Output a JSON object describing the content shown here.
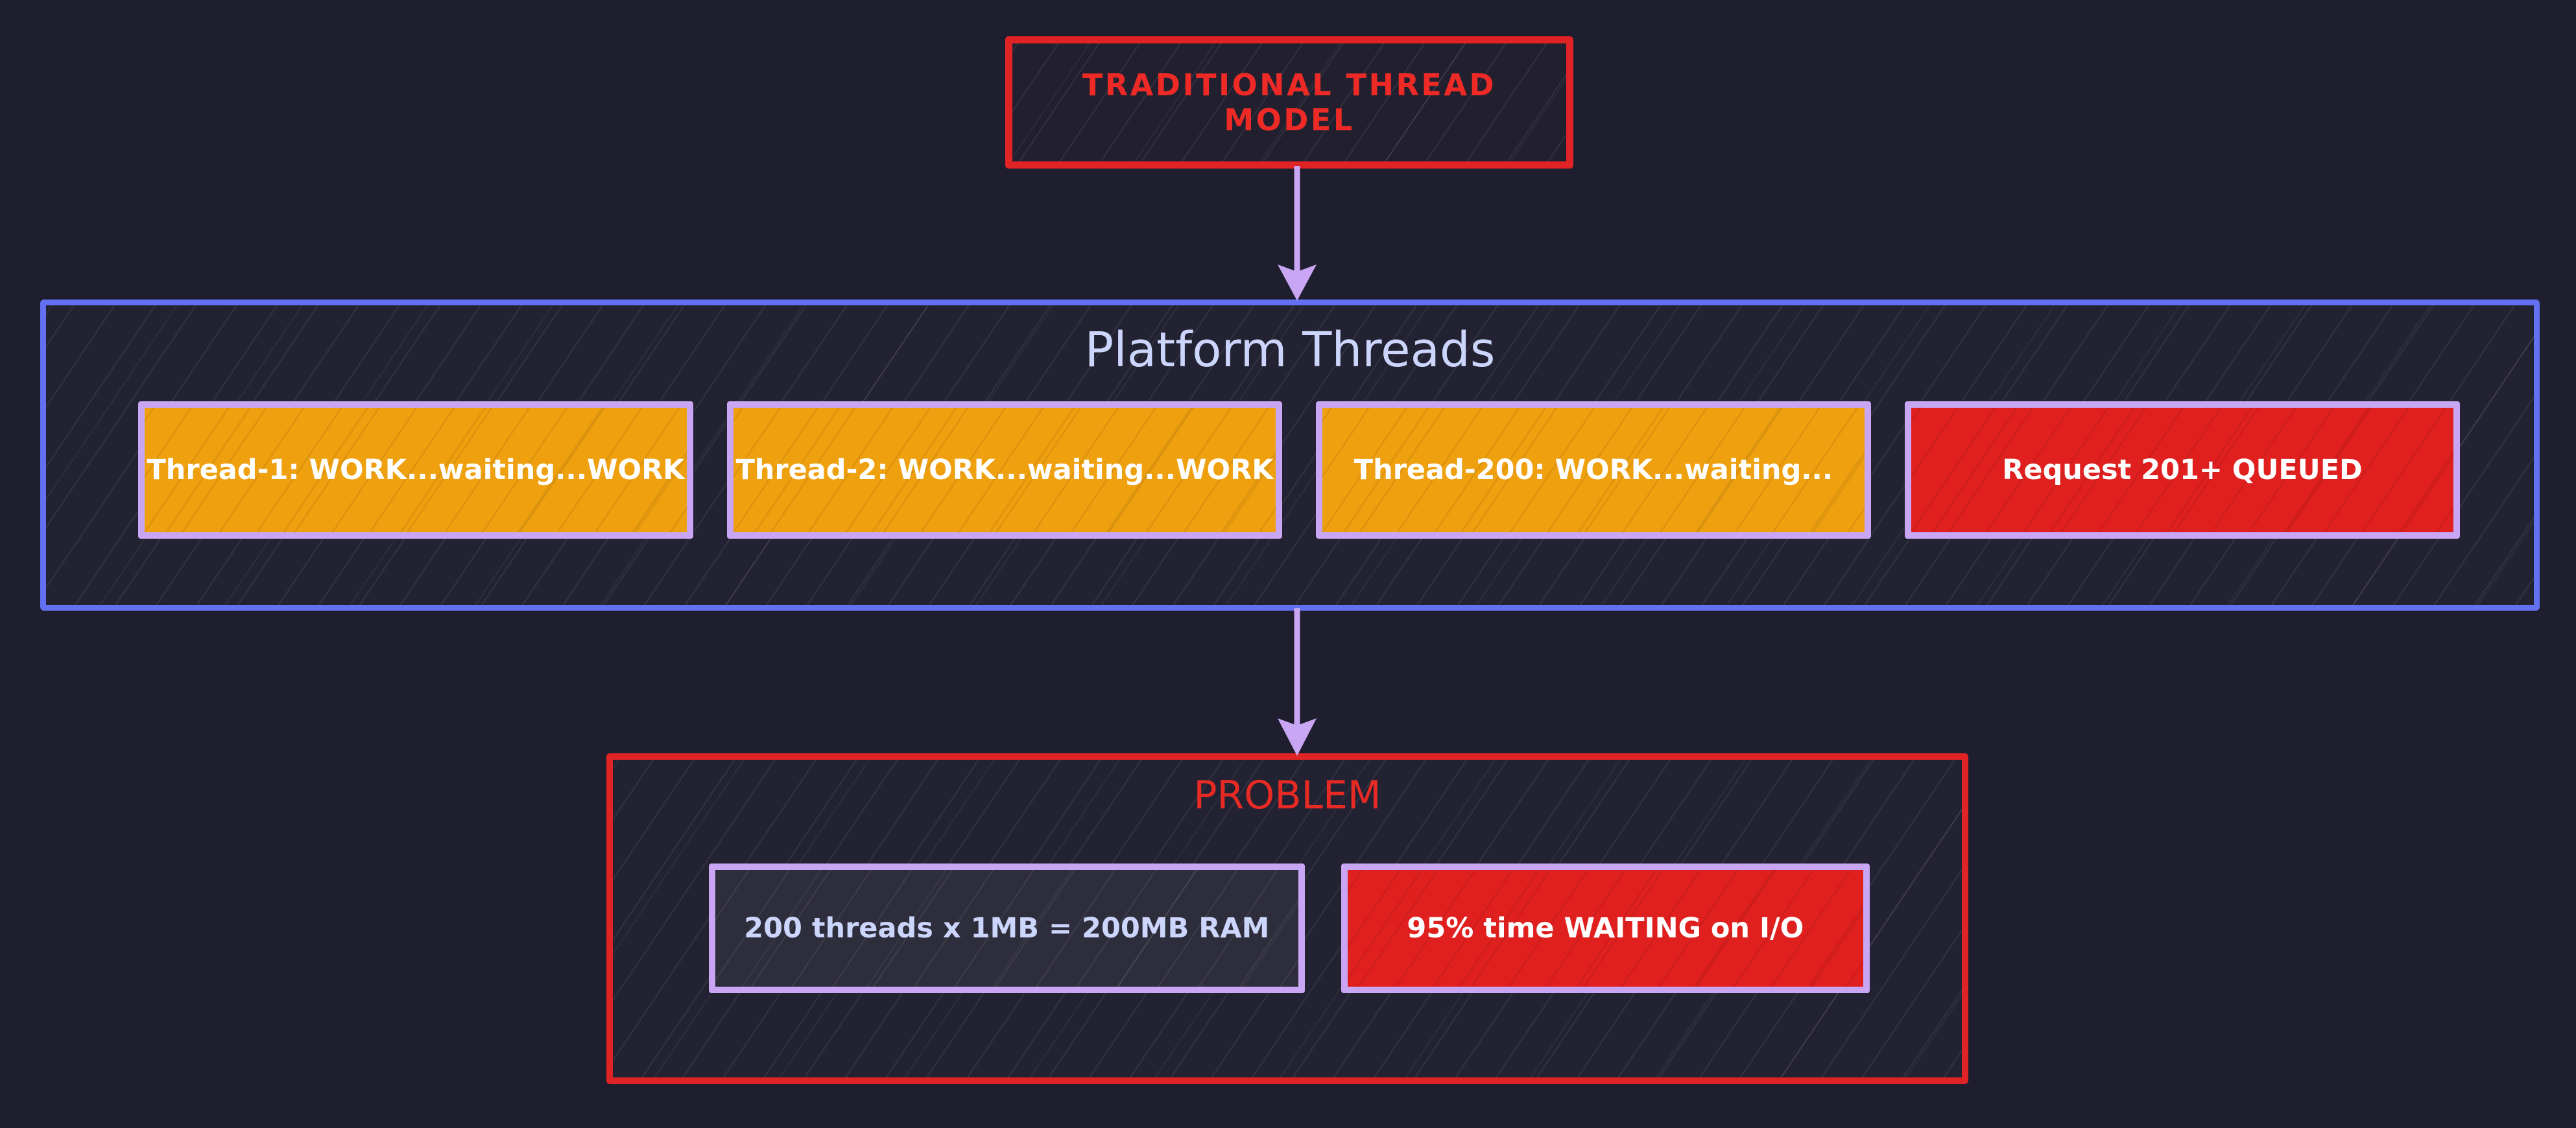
{
  "diagram": {
    "background_color": "#1f1e2e",
    "accent_red": "#e02324",
    "accent_blue": "#6370f2",
    "accent_orange": "#efa00f",
    "accent_lavender": "#c9a6f4",
    "arrow_color": "#c9a6f4"
  },
  "title": {
    "text": "TRADITIONAL THREAD MODEL"
  },
  "platform": {
    "heading": "Platform Threads",
    "threads": [
      {
        "label": "Thread-1: WORK...waiting...WORK",
        "state": "work"
      },
      {
        "label": "Thread-2: WORK...waiting...WORK",
        "state": "work"
      },
      {
        "label": "Thread-200: WORK...waiting...",
        "state": "work"
      },
      {
        "label": "Request 201+ QUEUED",
        "state": "queued"
      }
    ]
  },
  "problem": {
    "heading": "PROBLEM",
    "items": [
      {
        "label": "200 threads x 1MB = 200MB RAM",
        "style": "outline"
      },
      {
        "label": "95% time WAITING on I/O",
        "style": "filled"
      }
    ]
  },
  "connectors": [
    {
      "name": "title-to-platform"
    },
    {
      "name": "platform-to-problem"
    }
  ]
}
